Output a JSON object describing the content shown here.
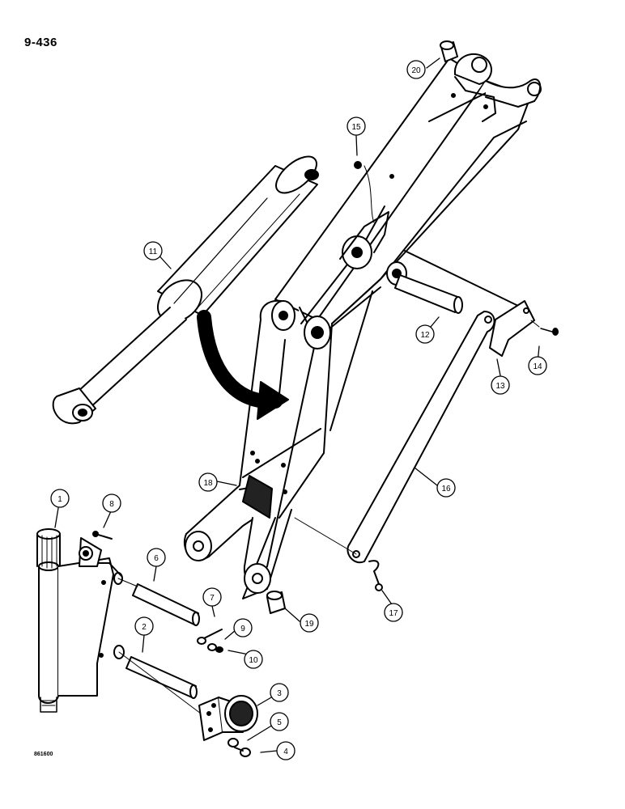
{
  "page_number": "9-436",
  "drawing_code": "861600",
  "callouts": [
    {
      "id": "1",
      "label": "1"
    },
    {
      "id": "2",
      "label": "2"
    },
    {
      "id": "3",
      "label": "3"
    },
    {
      "id": "4",
      "label": "4"
    },
    {
      "id": "5",
      "label": "5"
    },
    {
      "id": "6",
      "label": "6"
    },
    {
      "id": "7",
      "label": "7"
    },
    {
      "id": "8",
      "label": "8"
    },
    {
      "id": "9",
      "label": "9"
    },
    {
      "id": "10",
      "label": "10"
    },
    {
      "id": "11",
      "label": "11"
    },
    {
      "id": "12",
      "label": "12"
    },
    {
      "id": "13",
      "label": "13"
    },
    {
      "id": "14",
      "label": "14"
    },
    {
      "id": "15",
      "label": "15"
    },
    {
      "id": "16",
      "label": "16"
    },
    {
      "id": "17",
      "label": "17"
    },
    {
      "id": "18",
      "label": "18"
    },
    {
      "id": "19",
      "label": "19"
    },
    {
      "id": "20",
      "label": "20"
    }
  ]
}
